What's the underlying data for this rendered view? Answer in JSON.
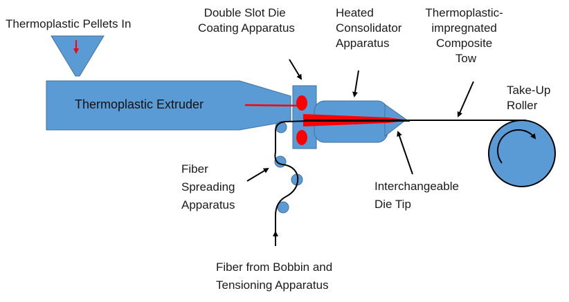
{
  "labels": {
    "pellets_in": "Thermoplastic Pellets In",
    "die_coating": [
      "Double Slot Die",
      "Coating Apparatus"
    ],
    "consolidator": [
      "Heated",
      "Consolidator",
      "Apparatus"
    ],
    "composite_tow": [
      "Thermoplastic-",
      "impregnated",
      "Composite",
      "Tow"
    ],
    "take_up": [
      "Take-Up",
      "Roller"
    ],
    "extruder": "Thermoplastic Extruder",
    "fiber_spreading": [
      "Fiber",
      "Spreading",
      "Apparatus"
    ],
    "die_tip": [
      "Interchangeable",
      "Die Tip"
    ],
    "fiber_source": [
      "Fiber from Bobbin and",
      "Tensioning Apparatus"
    ]
  },
  "colors": {
    "equipment_fill": "#5b9bd5",
    "equipment_stroke": "#41719c",
    "melt_red": "#ff0000",
    "fiber_black": "#000000"
  }
}
